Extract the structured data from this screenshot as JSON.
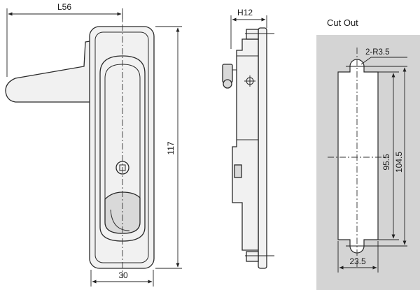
{
  "dimensions": {
    "handle_length": "L56",
    "total_height": "117",
    "width": "30",
    "thickness": "H12",
    "cutout_radius": "2-R3.5",
    "cutout_pitch": "95.5",
    "cutout_height": "104.5",
    "cutout_width": "23.5"
  },
  "cutout_title": "Cut Out",
  "colors": {
    "line": "#2a2a2a",
    "part_fill": "#f1f1f1",
    "cutout_background": "#d4d4d4",
    "cutout_opening": "#ffffff"
  }
}
